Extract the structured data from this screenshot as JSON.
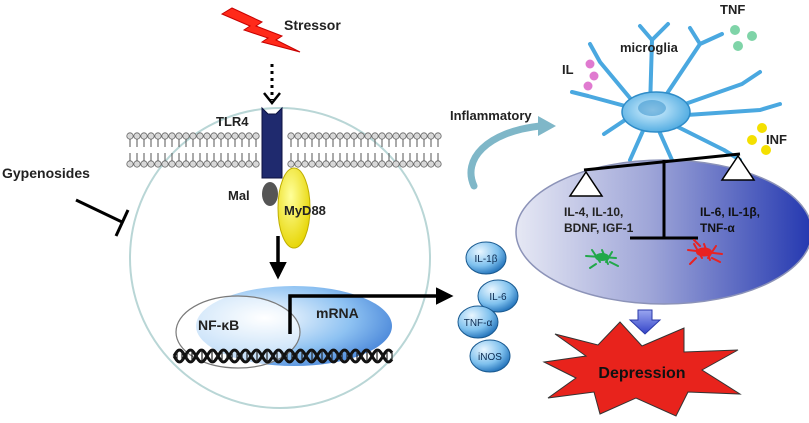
{
  "labels": {
    "stressor": "Stressor",
    "tlr4": "TLR4",
    "gypenosides": "Gypenosides",
    "mal": "Mal",
    "myd88": "MyD88",
    "nfkb": "NF-κB",
    "mrna": "mRNA",
    "il1b_bubble": "IL-1β",
    "il6_bubble": "IL-6",
    "tnfa_bubble": "TNF-α",
    "inos_bubble": "iNOS",
    "inflammatory": "Inflammatory",
    "microglia": "microglia",
    "tnf": "TNF",
    "il": "IL",
    "inf": "INF",
    "anti_line1": "IL-4, IL-10,",
    "anti_line2": "BDNF, IGF-1",
    "pro_line1": "IL-6, IL-1β,",
    "pro_line2": "TNF-α",
    "depression": "Depression"
  },
  "colors": {
    "bolt": "#ff2a1a",
    "tlr4": "#1f2a6e",
    "myd88": "#f5e800",
    "mal": "#555555",
    "nucleus": "#3d7fd8",
    "microglia": "#5fb8e8",
    "oval_right": "#2c49b8",
    "bubble": "#2a7fc0",
    "depression": "#e8231c",
    "green_cell": "#22a84a",
    "red_cell": "#e82222"
  }
}
